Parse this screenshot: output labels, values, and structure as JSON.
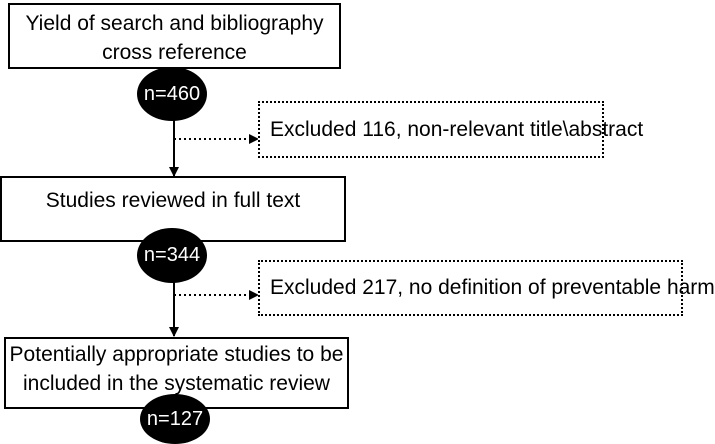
{
  "box1": {
    "line1": "Yield of search and bibliography",
    "line2": "cross reference"
  },
  "count1": "n=460",
  "excluded1": "Excluded 116, non-relevant title\\abstract",
  "box2": {
    "label": "Studies reviewed in full text"
  },
  "count2": "n=344",
  "excluded2": "Excluded 217, no definition of preventable harm",
  "box3": {
    "line1": "Potentially appropriate studies to be",
    "line2": "included in the systematic review"
  },
  "count3": "n=127"
}
